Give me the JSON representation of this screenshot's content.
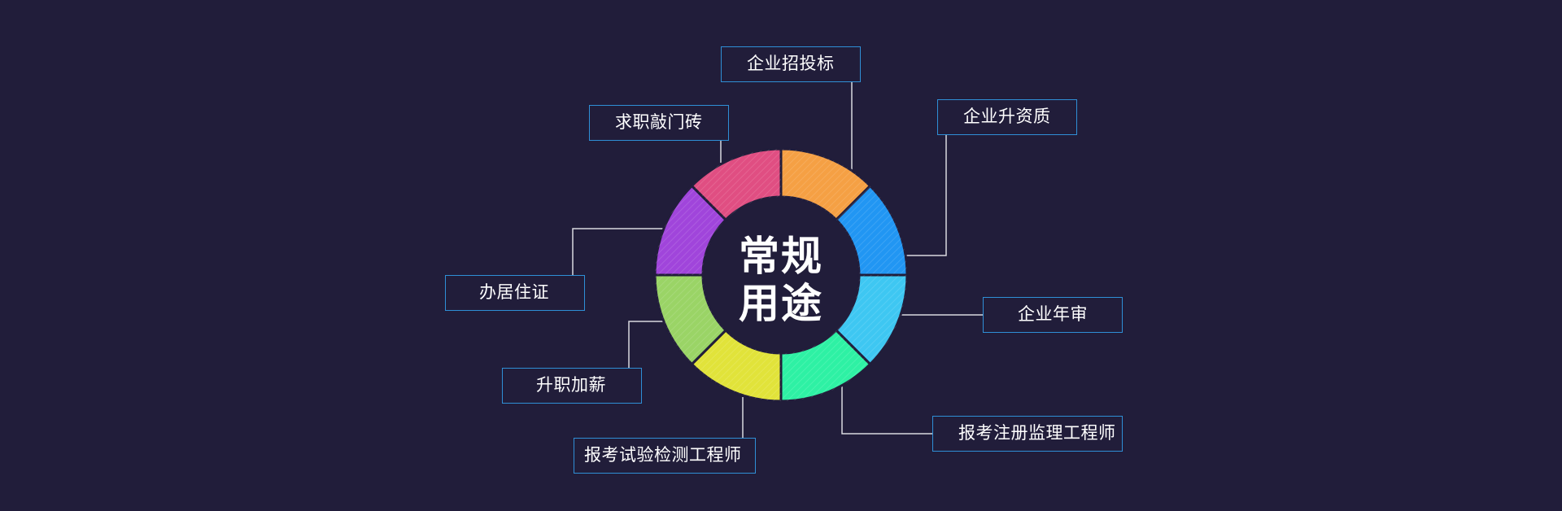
{
  "diagram": {
    "center_lines": [
      "常规",
      "用途"
    ],
    "segment_colors": [
      "#f5a044",
      "#2196f3",
      "#3ec7f2",
      "#2ef1a4",
      "#e1e33a",
      "#9ad466",
      "#a045db",
      "#e04e82"
    ],
    "labels": [
      {
        "id": "qyztb",
        "text": "企业招投标"
      },
      {
        "id": "qysjz",
        "text": "企业升资质"
      },
      {
        "id": "qynd",
        "text": "企业年审"
      },
      {
        "id": "bkzcjl",
        "text": "报考注册监理工程师"
      },
      {
        "id": "bksyjc",
        "text": "报考试验检测工程师"
      },
      {
        "id": "szjx",
        "text": "升职加薪"
      },
      {
        "id": "bjzz",
        "text": "办居住证"
      },
      {
        "id": "qzqmz",
        "text": "求职敲门砖"
      }
    ],
    "colors": {
      "background": "#211d3a",
      "box_border": "#2f8fd6",
      "connector": "#d9d9e0"
    }
  }
}
